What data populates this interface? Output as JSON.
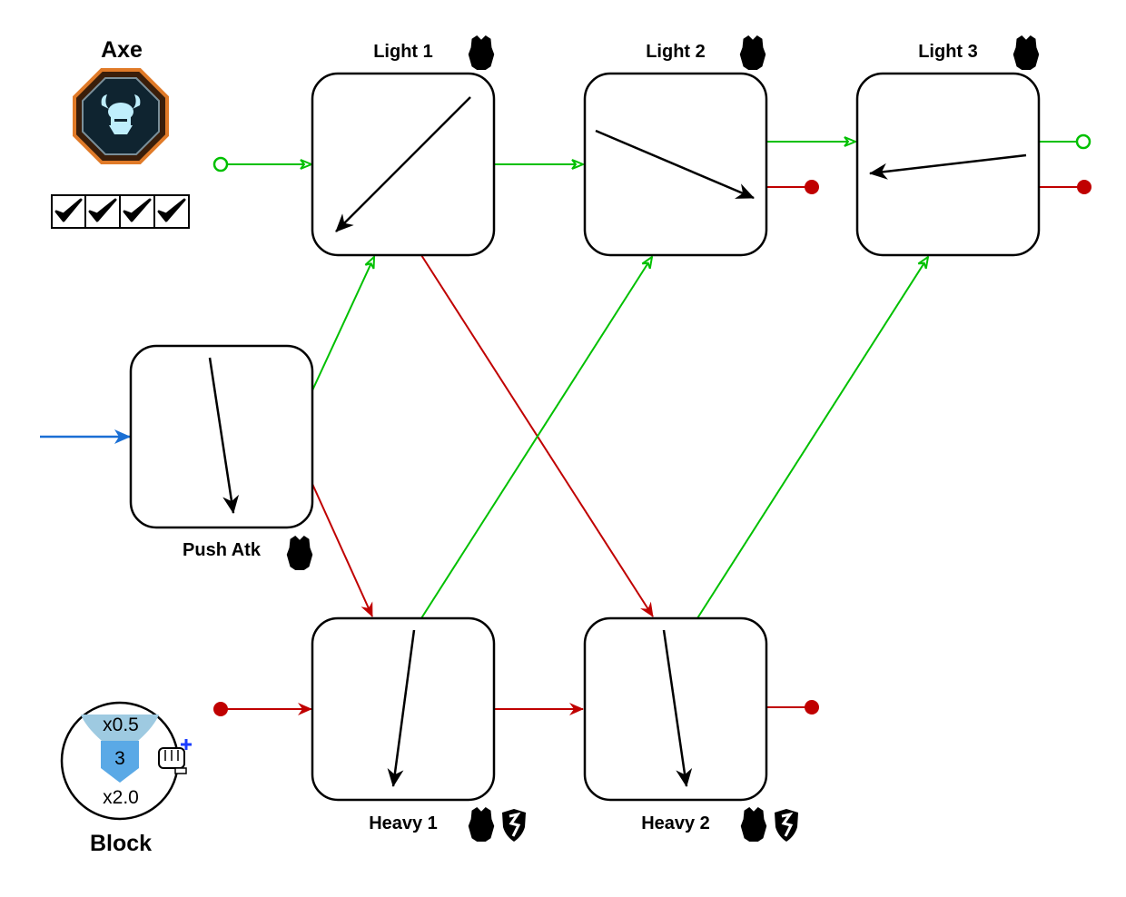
{
  "weapon": {
    "name": "Axe",
    "icon": "viking-helmet-octagon-icon",
    "checks": [
      true,
      true,
      true,
      true
    ]
  },
  "block": {
    "label": "Block",
    "top_multiplier": "x0.5",
    "value": "3",
    "bottom_multiplier": "x2.0",
    "icon": "fist-plus-icon"
  },
  "colors": {
    "success": "#00c000",
    "fail": "#c00000",
    "entry": "#1a6fd4",
    "node_stroke": "#000000",
    "shield_light": "#9ecae1",
    "shield_dark": "#5aa9e6"
  },
  "nodes": [
    {
      "id": "push",
      "label": "Push Atk",
      "armor": [
        "armor-icon"
      ]
    },
    {
      "id": "light1",
      "label": "Light 1",
      "armor": [
        "armor-icon"
      ]
    },
    {
      "id": "light2",
      "label": "Light 2",
      "armor": [
        "armor-icon"
      ]
    },
    {
      "id": "light3",
      "label": "Light 3",
      "armor": [
        "armor-icon"
      ]
    },
    {
      "id": "heavy1",
      "label": "Heavy 1",
      "armor": [
        "armor-icon",
        "broken-shield-icon"
      ]
    },
    {
      "id": "heavy2",
      "label": "Heavy 2",
      "armor": [
        "armor-icon",
        "broken-shield-icon"
      ]
    }
  ],
  "edges": [
    {
      "from": "start-success",
      "to": "light1",
      "type": "success"
    },
    {
      "from": "start-fail",
      "to": "heavy1",
      "type": "fail"
    },
    {
      "from": "entry",
      "to": "push",
      "type": "entry"
    },
    {
      "from": "push",
      "to": "light1",
      "type": "success"
    },
    {
      "from": "push",
      "to": "heavy1",
      "type": "fail"
    },
    {
      "from": "light1",
      "to": "light2",
      "type": "success"
    },
    {
      "from": "light1",
      "to": "heavy2",
      "type": "fail"
    },
    {
      "from": "light2",
      "to": "light3",
      "type": "success"
    },
    {
      "from": "light2",
      "to": "end-fail",
      "type": "fail"
    },
    {
      "from": "light3",
      "to": "end-success",
      "type": "success"
    },
    {
      "from": "light3",
      "to": "end-fail",
      "type": "fail"
    },
    {
      "from": "heavy1",
      "to": "heavy2",
      "type": "fail"
    },
    {
      "from": "heavy1",
      "to": "light2",
      "type": "success"
    },
    {
      "from": "heavy2",
      "to": "light3",
      "type": "success"
    },
    {
      "from": "heavy2",
      "to": "end-fail",
      "type": "fail"
    }
  ]
}
